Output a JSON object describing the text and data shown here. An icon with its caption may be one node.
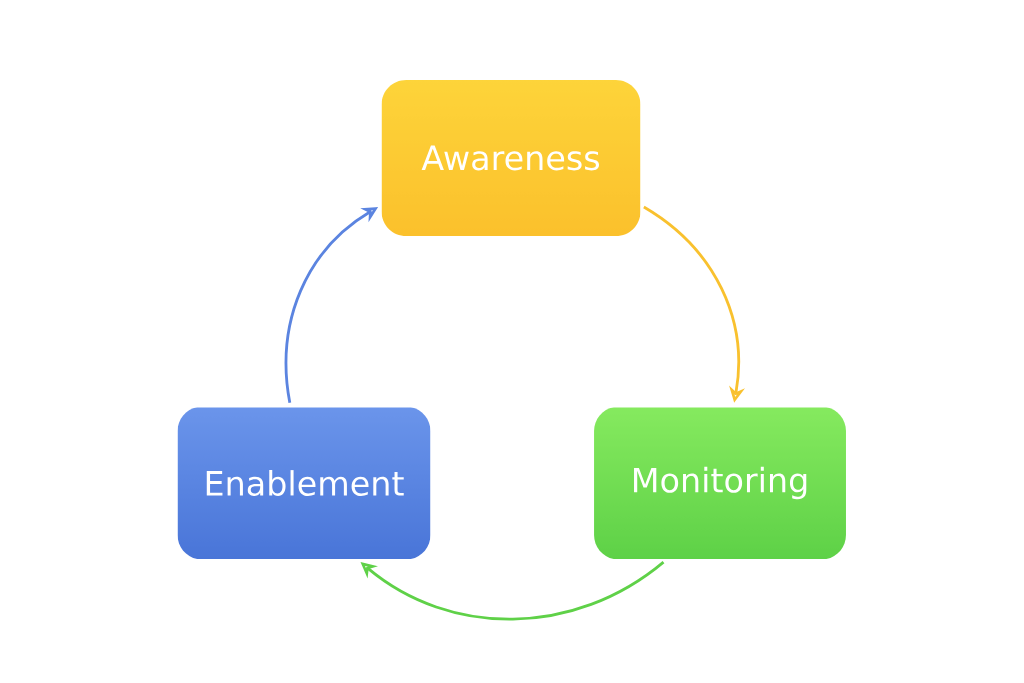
{
  "diagram": {
    "nodes": [
      {
        "text": [
          "Awareness"
        ]
      },
      {
        "text": [
          "Monitoring"
        ]
      },
      {
        "text": [
          "Enablement"
        ]
      }
    ],
    "edges": [
      {
        "from": 0,
        "to": 1,
        "arrow": "to",
        "color": "#f9c12e"
      },
      {
        "from": 1,
        "to": 2,
        "arrow": "to",
        "color": "#5fd148"
      },
      {
        "from": 2,
        "to": 0,
        "arrow": "to",
        "color": "#5b84e0"
      }
    ]
  }
}
